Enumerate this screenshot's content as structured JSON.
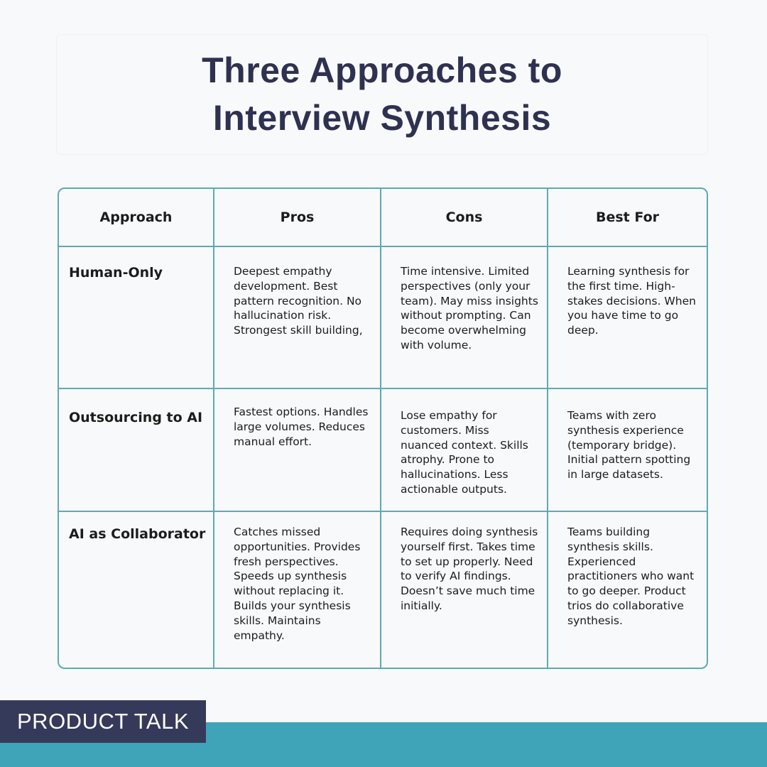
{
  "header": {
    "title_line1": "Three Approaches to",
    "title_line2": "Interview Synthesis"
  },
  "table": {
    "columns": [
      "Approach",
      "Pros",
      "Cons",
      "Best For"
    ],
    "rows": [
      {
        "approach": "Human-Only",
        "pros": "Deepest empathy development. Best pattern recognition. No hallucination risk. Strongest skill building,",
        "cons": "Time intensive. Limited perspectives (only your team). May miss insights without prompting. Can become overwhelming with volume.",
        "best_for": "Learning synthesis for the first time. High-stakes decisions. When you have time to go deep."
      },
      {
        "approach": "Outsourcing to AI",
        "pros": "Fastest options. Handles large volumes. Reduces manual effort.",
        "cons": "Lose empathy for customers. Miss nuanced context. Skills atrophy. Prone to hallucinations. Less actionable outputs.",
        "best_for": "Teams with zero synthesis experience (temporary bridge). Initial pattern spotting in large datasets."
      },
      {
        "approach": "AI as Collaborator",
        "pros": "Catches missed opportunities. Provides fresh perspectives. Speeds up synthesis without replacing it. Builds your synthesis skills. Maintains empathy.",
        "cons": "Requires doing synthesis yourself first. Takes time to set up properly. Need to verify AI findings. Doesn’t save much time initially.",
        "best_for": "Teams building synthesis skills. Experienced practitioners who want to go deeper. Product trios do collaborative synthesis."
      }
    ]
  },
  "footer": {
    "brand": "PRODUCT TALK"
  },
  "colors": {
    "title": "#2f3150",
    "table_border": "#5ea9b7",
    "brand_badge": "#363a5a",
    "brand_bar": "#3fa4b8",
    "background": "#f8f9fa"
  }
}
